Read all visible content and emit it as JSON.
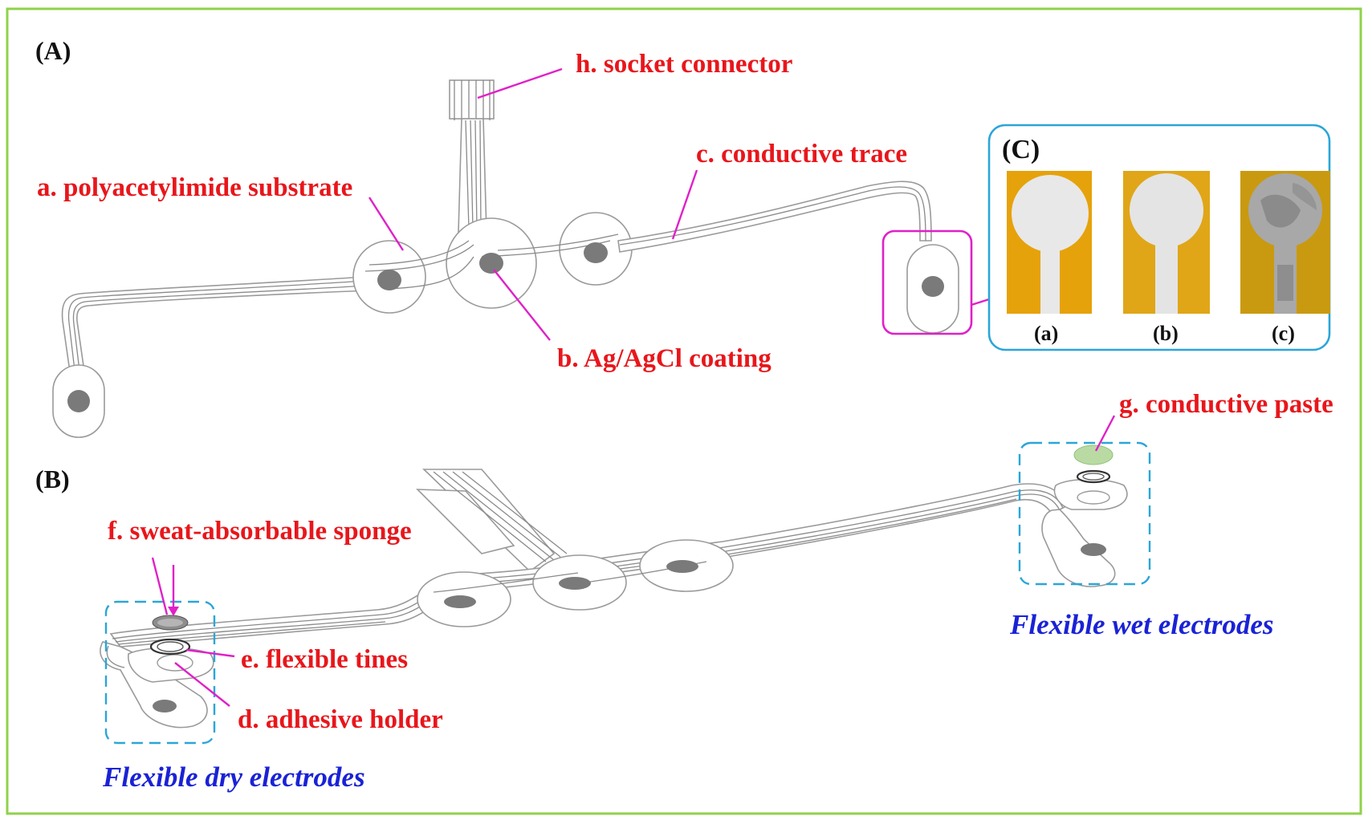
{
  "colors": {
    "frame": "#8fd24a",
    "callout": "#e8161b",
    "leader": "#e020c8",
    "caption": "#1a22d6",
    "inset_border": "#2aa6d8",
    "dashed_box": "#2aa6d8",
    "coating": "#7a7a7a",
    "paste": "#b9dba3"
  },
  "panels": {
    "a": "(A)",
    "b": "(B)",
    "c": "(C)"
  },
  "callouts": {
    "a": "a. polyacetylimide substrate",
    "b": "b. Ag/AgCl coating",
    "c": "c. conductive trace",
    "d": "d. adhesive holder",
    "e": "e. flexible tines",
    "f": "f. sweat-absorbable sponge",
    "g": "g. conductive paste",
    "h": "h. socket connector"
  },
  "captions": {
    "dry": "Flexible dry electrodes",
    "wet": "Flexible wet electrodes"
  },
  "inset": {
    "photos": [
      {
        "label": "(a)",
        "background": "#e6a20a",
        "disc": "#e8e8e8",
        "mottled": false
      },
      {
        "label": "(b)",
        "background": "#e0a618",
        "disc": "#e4e4e4",
        "mottled": false
      },
      {
        "label": "(c)",
        "background": "#c99a10",
        "disc": "#a8a8a8",
        "mottled": true
      }
    ]
  }
}
